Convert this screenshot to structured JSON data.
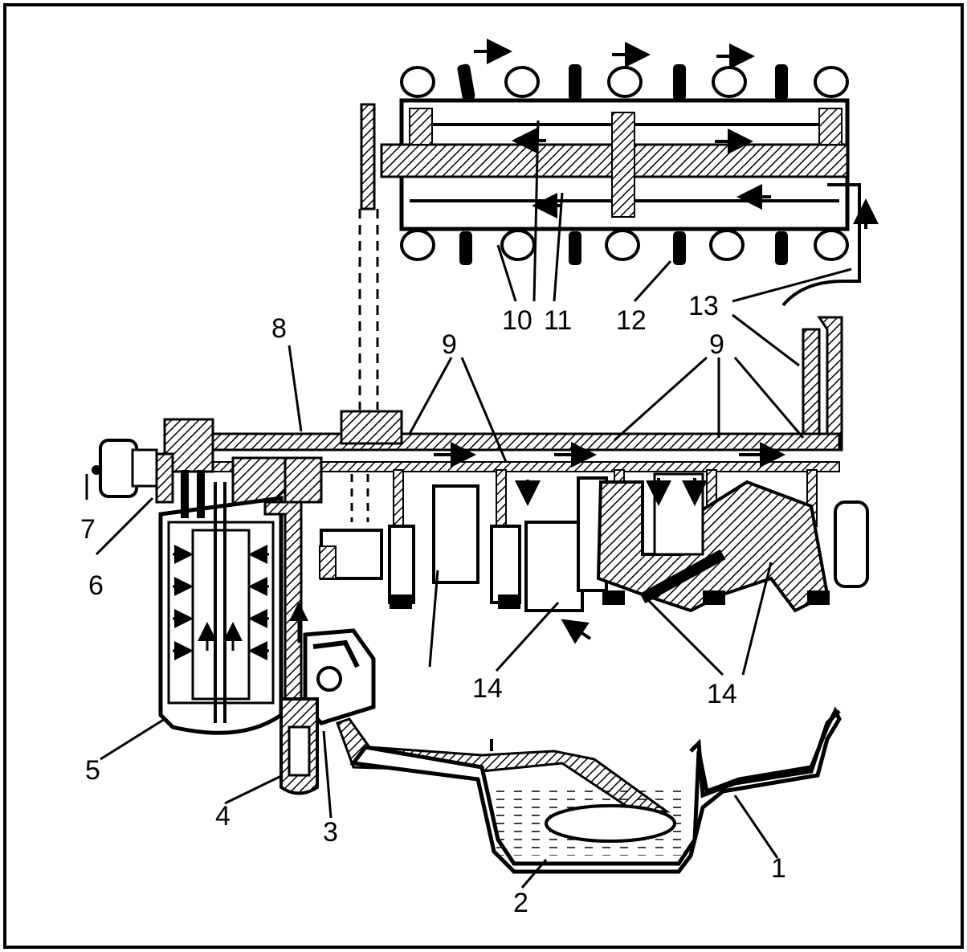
{
  "labels": [
    {
      "id": "1",
      "text": "1"
    },
    {
      "id": "2",
      "text": "2"
    },
    {
      "id": "3",
      "text": "3"
    },
    {
      "id": "4",
      "text": "4"
    },
    {
      "id": "5",
      "text": "5"
    },
    {
      "id": "6",
      "text": "6"
    },
    {
      "id": "7",
      "text": "7"
    },
    {
      "id": "8",
      "text": "8"
    },
    {
      "id": "9a",
      "text": "9"
    },
    {
      "id": "9b",
      "text": "9"
    },
    {
      "id": "10",
      "text": "10"
    },
    {
      "id": "11",
      "text": "11"
    },
    {
      "id": "12",
      "text": "12"
    },
    {
      "id": "13",
      "text": "13"
    },
    {
      "id": "14a",
      "text": "14"
    },
    {
      "id": "14b",
      "text": "14"
    }
  ]
}
